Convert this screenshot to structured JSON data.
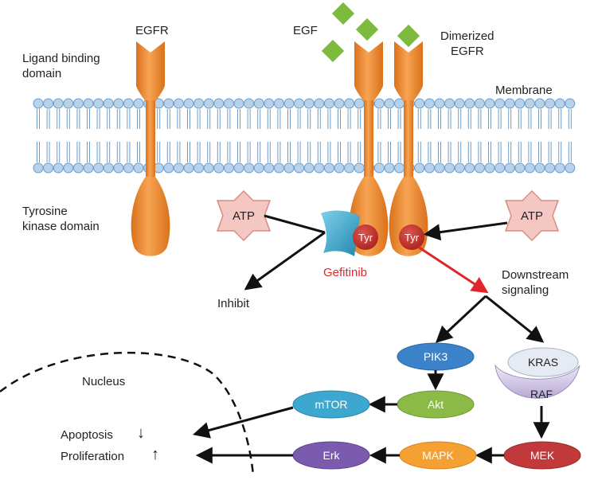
{
  "labels": {
    "egfr": "EGFR",
    "egf": "EGF",
    "dimerized_line1": "Dimerized",
    "dimerized_line2": "EGFR",
    "ligand_line1": "Ligand binding",
    "ligand_line2": "domain",
    "membrane": "Membrane",
    "tyrosine_line1": "Tyrosine",
    "tyrosine_line2": "kinase domain",
    "atp": "ATP",
    "tyr": "Tyr",
    "gefitinib": "Gefitinib",
    "inhibit": "Inhibit",
    "downstream_line1": "Downstream",
    "downstream_line2": "signaling",
    "nucleus": "Nucleus",
    "apoptosis": "Apoptosis",
    "apoptosis_arrow": "↓",
    "proliferation": "Proliferation",
    "proliferation_arrow": "↑"
  },
  "nodes": {
    "pik3": "PIK3",
    "akt": "Akt",
    "mtor": "mTOR",
    "kras": "KRAS",
    "raf": "RAF",
    "mek": "MEK",
    "mapk": "MAPK",
    "erk": "Erk"
  },
  "colors": {
    "receptor": "#e8832a",
    "receptor_light": "#f4a45a",
    "egf_ligand": "#7cbb3d",
    "membrane_head": "#b7d3ec",
    "membrane_stroke": "#6d9cc8",
    "atp_fill": "#f4c7c3",
    "atp_stroke": "#d98c86",
    "tyr": "#c0322b",
    "gefitinib_shape": "#3fa6c9",
    "gefitinib_text": "#e0262b",
    "pik3": "#3b82c9",
    "akt": "#8cba47",
    "mtor": "#3ea7cf",
    "kras": "#e6ebf3",
    "raf": "#c9bfdf",
    "mek": "#c1393a",
    "mapk": "#f5a033",
    "erk": "#7a5bae",
    "red_arrow": "#e0262b"
  }
}
